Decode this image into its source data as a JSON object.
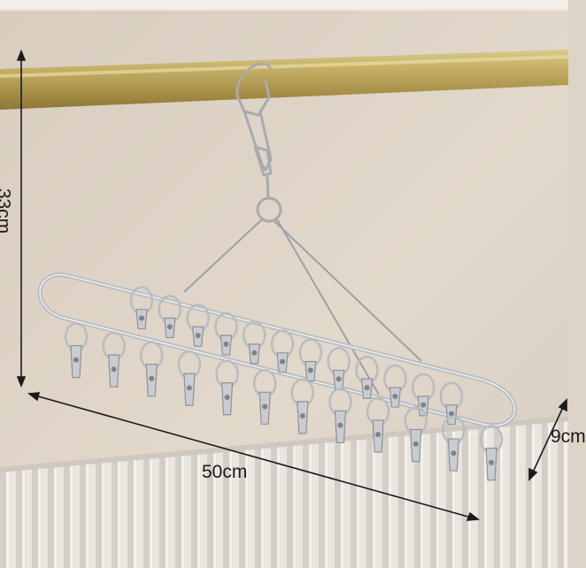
{
  "photo": {
    "subject": "stainless-steel-clip-hanger",
    "clip_count": 24
  },
  "dimensions": {
    "width_label": "50cm",
    "height_label": "33cm",
    "depth_label": "9cm"
  },
  "colors": {
    "wall": "#ddd3c6",
    "rod": "#b29d52",
    "steel": "#b9bcc0",
    "fence": "#e6e2dc",
    "dimension_line": "#1a1a1a"
  }
}
